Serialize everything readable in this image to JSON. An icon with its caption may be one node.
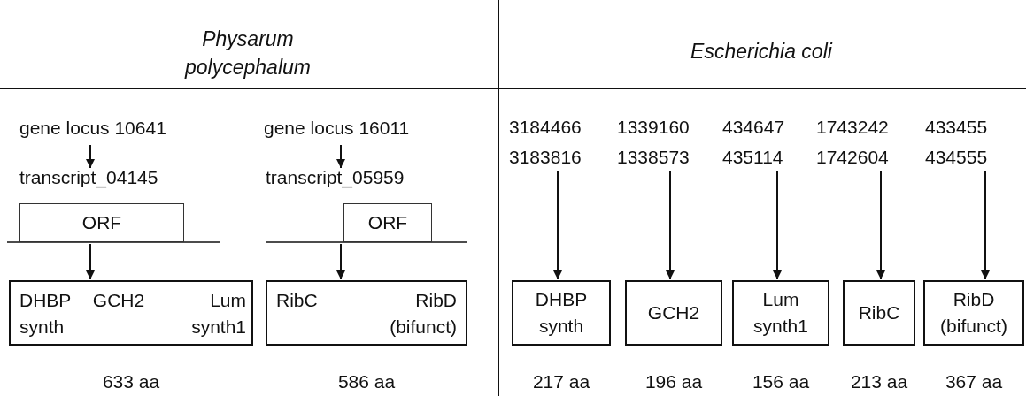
{
  "diagram": {
    "nodes": [
      {
        "text": [
          "gene locus 10641"
        ]
      },
      {
        "text": [
          "transcript_04145"
        ]
      },
      {
        "text": [
          "ORF"
        ]
      },
      {
        "text": [
          "DHBP synth",
          "GCH2",
          "Lum synth1"
        ],
        "beside": [
          "633 aa"
        ]
      },
      {
        "text": [
          "gene locus 16011"
        ]
      },
      {
        "text": [
          "transcript_05959"
        ]
      },
      {
        "text": [
          "ORF"
        ]
      },
      {
        "text": [
          "RibC",
          "RibD (bifunct)"
        ],
        "beside": [
          "586 aa"
        ]
      },
      {
        "text": [
          "3184466",
          "3183816"
        ]
      },
      {
        "text": [
          "1339160",
          "1338573"
        ]
      },
      {
        "text": [
          "434647",
          "435114"
        ]
      },
      {
        "text": [
          "1743242",
          "1742604"
        ]
      },
      {
        "text": [
          "433455",
          "434555"
        ]
      },
      {
        "text": [
          "DHBP synth"
        ],
        "beside": [
          "217 aa"
        ]
      },
      {
        "text": [
          "GCH2"
        ],
        "beside": [
          "196 aa"
        ]
      },
      {
        "text": [
          "Lum synth1"
        ],
        "beside": [
          "156 aa"
        ]
      },
      {
        "text": [
          "RibC"
        ],
        "beside": [
          "213 aa"
        ]
      },
      {
        "text": [
          "RibD (bifunct)"
        ],
        "beside": [
          "367 aa"
        ]
      }
    ],
    "edges": [
      {
        "from": 0,
        "to": 1,
        "arrow": "to"
      },
      {
        "from": 2,
        "to": 3,
        "arrow": "to"
      },
      {
        "from": 4,
        "to": 5,
        "arrow": "to"
      },
      {
        "from": 6,
        "to": 7,
        "arrow": "to"
      },
      {
        "from": 8,
        "to": 13,
        "arrow": "to"
      },
      {
        "from": 9,
        "to": 14,
        "arrow": "to"
      },
      {
        "from": 10,
        "to": 15,
        "arrow": "to"
      },
      {
        "from": 11,
        "to": 16,
        "arrow": "to"
      },
      {
        "from": 12,
        "to": 17,
        "arrow": "to"
      }
    ],
    "labels": [
      "Physarum polycephalum",
      "Escherichia coli"
    ]
  }
}
